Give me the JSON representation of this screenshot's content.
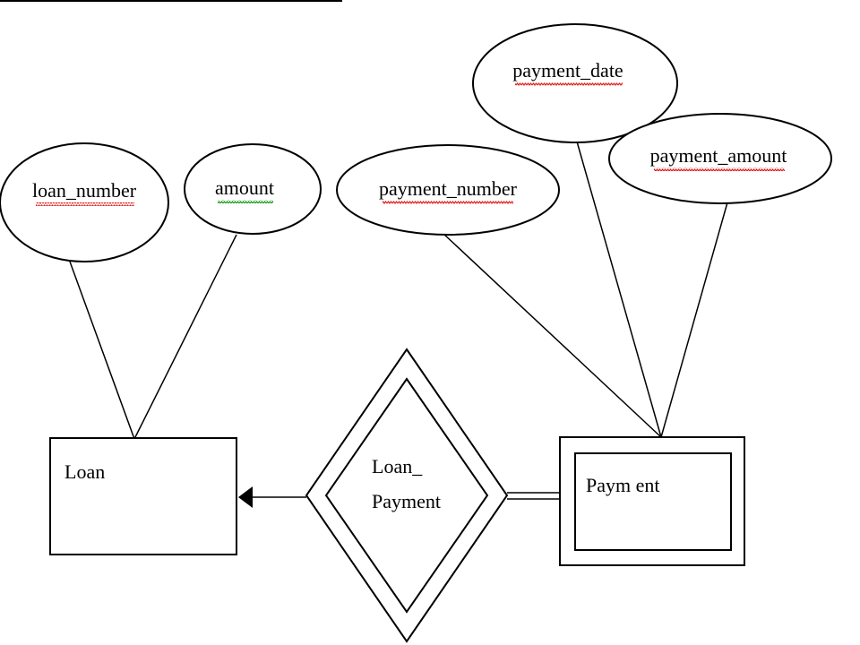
{
  "colors": {
    "stroke": "#000000",
    "background": "#ffffff",
    "spell_error": "#e02020",
    "grammar_error": "#1a9a1a"
  },
  "entities": {
    "loan": {
      "label": "Loan",
      "weak": false
    },
    "payment": {
      "label": "Paym ent",
      "weak": true
    }
  },
  "relationship": {
    "label_line1": "Loan_",
    "label_line2": "Payment",
    "identifying": true
  },
  "attributes": {
    "loan_number": {
      "label": "loan_number",
      "underline": "spell_error"
    },
    "amount": {
      "label": "amount",
      "underline": "grammar_error"
    },
    "payment_number": {
      "label": "payment_number",
      "underline": "spell_error"
    },
    "payment_date": {
      "label": "payment_date",
      "underline": "spell_error"
    },
    "payment_amount": {
      "label": "payment_amount",
      "underline": "spell_error"
    }
  }
}
